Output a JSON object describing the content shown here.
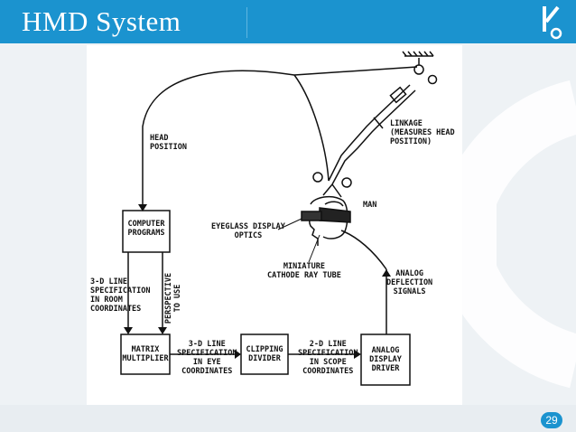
{
  "slide": {
    "title": "HMD System",
    "page_number": "29",
    "colors": {
      "header": "#1b93cf",
      "background": "#eef2f5",
      "ink": "#111111"
    }
  },
  "logo": {
    "icon": "k-logo-icon"
  },
  "diagram": {
    "labels": {
      "head_position": "HEAD\nPOSITION",
      "linkage": "LINKAGE\n(MEASURES HEAD\nPOSITION)",
      "man": "MAN",
      "eyeglass": "EYEGLASS DISPLAY\nOPTICS",
      "crt": "MINIATURE\nCATHODE RAY TUBE",
      "analog_signals": "ANALOG\nDEFLECTION\nSIGNALS",
      "line_spec_room": "3-D LINE\nSPECIFICATION\nIN ROOM\nCOORDINATES",
      "perspective": "PERSPECTIVE\nTO USE",
      "line_spec_eye": "3-D LINE\nSPECIFICATION\nIN EYE\nCOORDINATES",
      "line_spec_scope": "2-D LINE\nSPECIFICATION\nIN SCOPE\nCOORDINATES"
    },
    "boxes": {
      "computer_programs": "COMPUTER\nPROGRAMS",
      "matrix_multiplier": "MATRIX\nMULTIPLIER",
      "clipping_divider": "CLIPPING\nDIVIDER",
      "analog_display_driver": "ANALOG\nDISPLAY\nDRIVER"
    }
  }
}
